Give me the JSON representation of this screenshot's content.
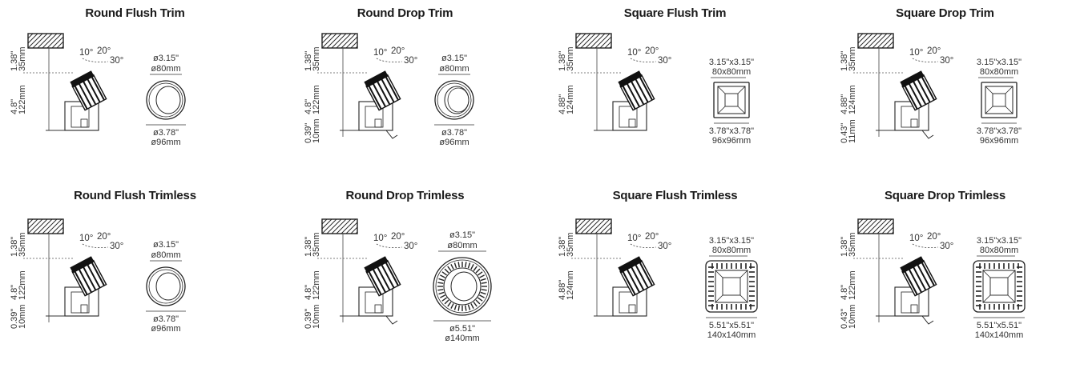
{
  "fixtures": [
    {
      "title": "Round Flush Trim",
      "type": "round-flush-trim",
      "top_in": "1.38\"",
      "top_mm": "35mm",
      "height_in": "4.8\"",
      "height_mm": "122mm",
      "extra_in": "",
      "extra_mm": "",
      "a1": "10°",
      "a2": "20°",
      "a3": "30°",
      "dim_top_in": "ø3.15\"",
      "dim_top_mm": "ø80mm",
      "dim_bot_in": "ø3.78\"",
      "dim_bot_mm": "ø96mm"
    },
    {
      "title": "Round Drop Trim",
      "type": "round-drop-trim",
      "top_in": "1.38\"",
      "top_mm": "35mm",
      "height_in": "4.8\"",
      "height_mm": "122mm",
      "extra_in": "0.39\"",
      "extra_mm": "10mm",
      "a1": "10°",
      "a2": "20°",
      "a3": "30°",
      "dim_top_in": "ø3.15\"",
      "dim_top_mm": "ø80mm",
      "dim_bot_in": "ø3.78\"",
      "dim_bot_mm": "ø96mm"
    },
    {
      "title": "Square Flush Trim",
      "type": "square-flush-trim",
      "top_in": "1.38\"",
      "top_mm": "35mm",
      "height_in": "4.88\"",
      "height_mm": "124mm",
      "extra_in": "",
      "extra_mm": "",
      "a1": "10°",
      "a2": "20°",
      "a3": "30°",
      "dim_top_in": "3.15\"x3.15\"",
      "dim_top_mm": "80x80mm",
      "dim_bot_in": "3.78\"x3.78\"",
      "dim_bot_mm": "96x96mm"
    },
    {
      "title": "Square Drop Trim",
      "type": "square-drop-trim",
      "top_in": "1.38\"",
      "top_mm": "35mm",
      "height_in": "4.88\"",
      "height_mm": "124mm",
      "extra_in": "0.43\"",
      "extra_mm": "11mm",
      "a1": "10°",
      "a2": "20°",
      "a3": "30°",
      "dim_top_in": "3.15\"x3.15\"",
      "dim_top_mm": "80x80mm",
      "dim_bot_in": "3.78\"x3.78\"",
      "dim_bot_mm": "96x96mm"
    },
    {
      "title": "Round Flush Trimless",
      "type": "round-flush-trimless",
      "top_in": "1.38\"",
      "top_mm": "35mm",
      "height_in": "4.8\"",
      "height_mm": "122mm",
      "extra_in": "0.39\"",
      "extra_mm": "10mm",
      "a1": "10°",
      "a2": "20°",
      "a3": "30°",
      "dim_top_in": "ø3.15\"",
      "dim_top_mm": "ø80mm",
      "dim_bot_in": "ø3.78\"",
      "dim_bot_mm": "ø96mm"
    },
    {
      "title": "Round Drop Trimless",
      "type": "round-drop-trimless",
      "top_in": "1.38\"",
      "top_mm": "35mm",
      "height_in": "4.8\"",
      "height_mm": "122mm",
      "extra_in": "0.39\"",
      "extra_mm": "10mm",
      "a1": "10°",
      "a2": "20°",
      "a3": "30°",
      "dim_top_in": "ø3.15\"",
      "dim_top_mm": "ø80mm",
      "dim_bot_in": "ø5.51\"",
      "dim_bot_mm": "ø140mm"
    },
    {
      "title": "Square Flush Trimless",
      "type": "square-flush-trimless",
      "top_in": "1.38\"",
      "top_mm": "35mm",
      "height_in": "4.88\"",
      "height_mm": "124mm",
      "extra_in": "",
      "extra_mm": "",
      "a1": "10°",
      "a2": "20°",
      "a3": "30°",
      "dim_top_in": "3.15\"x3.15\"",
      "dim_top_mm": "80x80mm",
      "dim_bot_in": "5.51\"x5.51\"",
      "dim_bot_mm": "140x140mm"
    },
    {
      "title": "Square Drop Trimless",
      "type": "square-drop-trimless",
      "top_in": "1.38\"",
      "top_mm": "35mm",
      "height_in": "4.8\"",
      "height_mm": "122mm",
      "extra_in": "0.43\"",
      "extra_mm": "10mm",
      "a1": "10°",
      "a2": "20°",
      "a3": "30°",
      "dim_top_in": "3.15\"x3.15\"",
      "dim_top_mm": "80x80mm",
      "dim_bot_in": "5.51\"x5.51\"",
      "dim_bot_mm": "140x140mm"
    }
  ]
}
